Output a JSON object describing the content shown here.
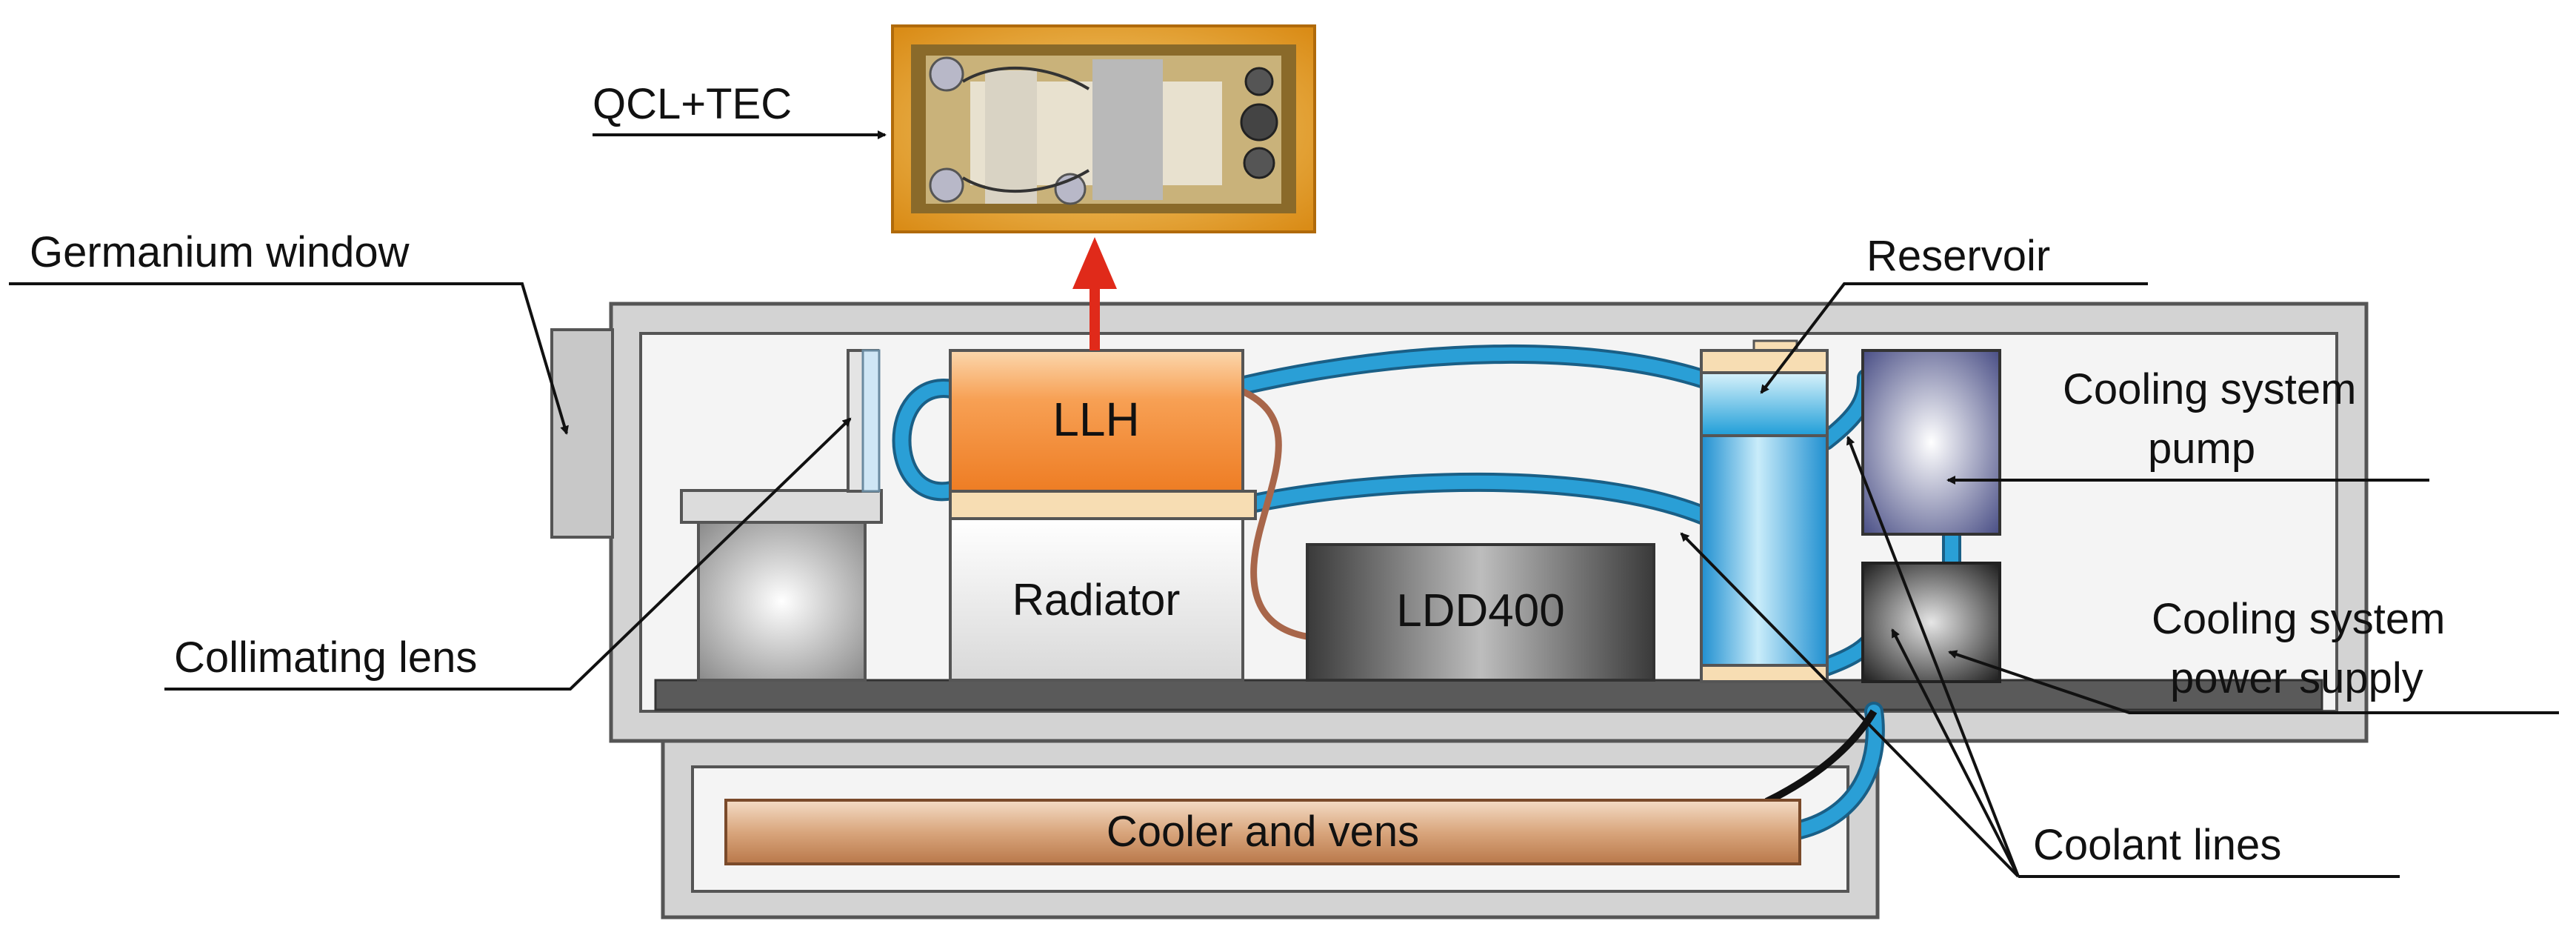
{
  "labels": {
    "qcl_tec": "QCL+TEC",
    "germanium_window": "Germanium window",
    "reservoir": "Reservoir",
    "cooling_pump_line1": "Cooling system",
    "cooling_pump_line2": "pump",
    "cooling_psu_line1": "Cooling system",
    "cooling_psu_line2": "power supply",
    "collimating_lens": "Collimating lens",
    "coolant_lines": "Coolant lines"
  },
  "components": {
    "llh": "LLH",
    "radiator": "Radiator",
    "ldd400": "LDD400",
    "cooler": "Cooler and vens"
  },
  "colors": {
    "housing": "#d3d3d3",
    "coolant": "#2a9fd6",
    "arrow": "#e02a1a",
    "cable": "#a8664a",
    "llh": "#f7a054",
    "cooler": "#c98d63"
  }
}
